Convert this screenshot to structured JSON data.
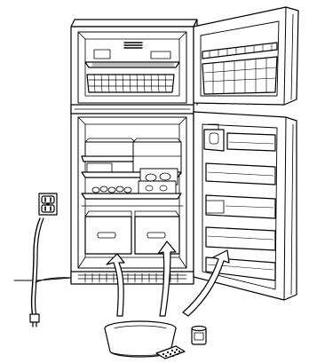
{
  "illustration": {
    "subject": "refrigerator-cleaning-instruction-line-drawing",
    "line_color": "#000000",
    "background_color": "#ffffff",
    "doors_open": true,
    "power_cord_unplugged": true,
    "cleaning_items": [
      "bucket-with-water",
      "sponge",
      "cleaner-container"
    ]
  }
}
